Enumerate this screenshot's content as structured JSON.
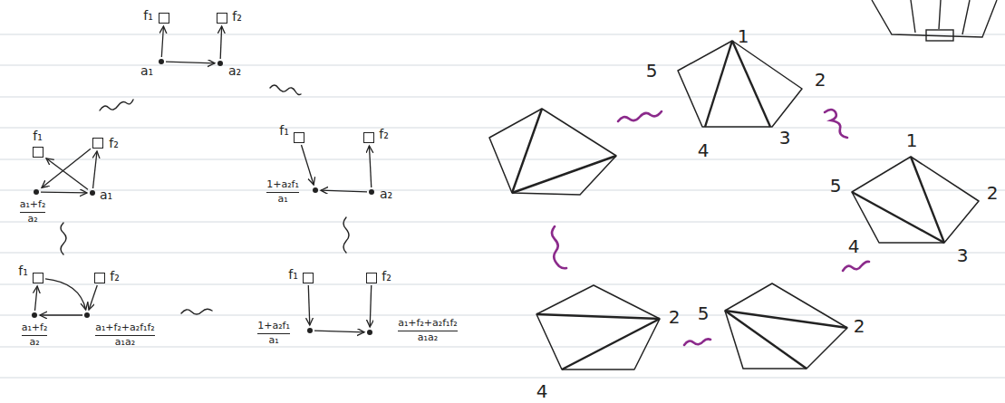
{
  "diagram": {
    "nodes": [
      {
        "text": [
          "f₁"
        ]
      },
      {
        "text": [
          "f₂"
        ]
      },
      {
        "text": [
          "a₁"
        ]
      },
      {
        "text": [
          "a₂"
        ]
      },
      {
        "text": [
          "f₁"
        ]
      },
      {
        "text": [
          "f₂"
        ]
      },
      {
        "text": [
          "a₁+f₂",
          "a₂"
        ]
      },
      {
        "text": [
          "a₁"
        ]
      },
      {
        "text": [
          "f₁"
        ]
      },
      {
        "text": [
          "f₂"
        ]
      },
      {
        "text": [
          "1+a₂f₁",
          "a₁"
        ]
      },
      {
        "text": [
          "a₂"
        ]
      },
      {
        "text": [
          "f₁"
        ]
      },
      {
        "text": [
          "f₂"
        ]
      },
      {
        "text": [
          "a₁+f₂",
          "a₂"
        ]
      },
      {
        "text": [
          "a₁+f₂+a₂f₁f₂",
          "a₁a₂"
        ]
      },
      {
        "text": [
          "f₁"
        ]
      },
      {
        "text": [
          "f₂"
        ]
      },
      {
        "text": [
          "1+a₂f₁",
          "a₁"
        ]
      },
      {
        "text": [
          "a₁+f₂+a₂f₁f₂",
          "a₁a₂"
        ]
      }
    ],
    "edges": [
      {
        "from": 2,
        "to": 0,
        "arrow": "to"
      },
      {
        "from": 3,
        "to": 1,
        "arrow": "to"
      },
      {
        "from": 2,
        "to": 3,
        "arrow": "to"
      },
      {
        "from": 7,
        "to": 4,
        "arrow": "to"
      },
      {
        "from": 7,
        "to": 5,
        "arrow": "to"
      },
      {
        "from": 5,
        "to": 6,
        "arrow": "to"
      },
      {
        "from": 6,
        "to": 7,
        "arrow": "to"
      },
      {
        "from": 8,
        "to": 10,
        "arrow": "to"
      },
      {
        "from": 11,
        "to": 9,
        "arrow": "to"
      },
      {
        "from": 11,
        "to": 10,
        "arrow": "to"
      },
      {
        "from": 14,
        "to": 12,
        "arrow": "to"
      },
      {
        "from": 12,
        "to": 15,
        "arrow": "to"
      },
      {
        "from": 13,
        "to": 15,
        "arrow": "to"
      },
      {
        "from": 15,
        "to": 14,
        "arrow": "to"
      },
      {
        "from": 16,
        "to": 18,
        "arrow": "to"
      },
      {
        "from": 17,
        "to": 19,
        "arrow": "to"
      },
      {
        "from": 18,
        "to": 19,
        "arrow": "to"
      }
    ],
    "labels": [
      "1",
      "5",
      "2",
      "3",
      "4",
      "1",
      "5",
      "2",
      "4",
      "3",
      "5",
      "2",
      "2",
      "4"
    ]
  }
}
